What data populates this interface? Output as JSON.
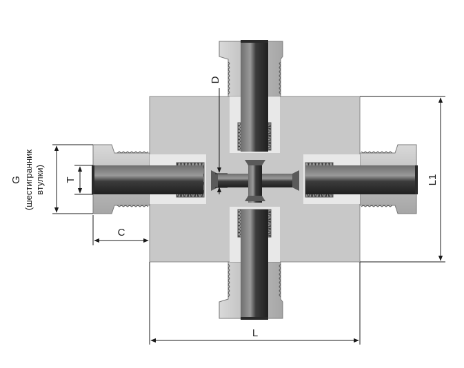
{
  "diagram": {
    "labels": {
      "d": "D",
      "g": "G",
      "g_note_1": "(шестигранник",
      "g_note_2": "втулки)",
      "t": "T",
      "c": "C",
      "l": "L",
      "l1": "L1"
    },
    "colors": {
      "body": "#c8c8c8",
      "body_edge": "#8a8a8a",
      "nut": "#bdbdbd",
      "bore_dark": "#3a3a3a",
      "bore_light": "#8c8c8c",
      "line": "#1a1a1a"
    }
  }
}
